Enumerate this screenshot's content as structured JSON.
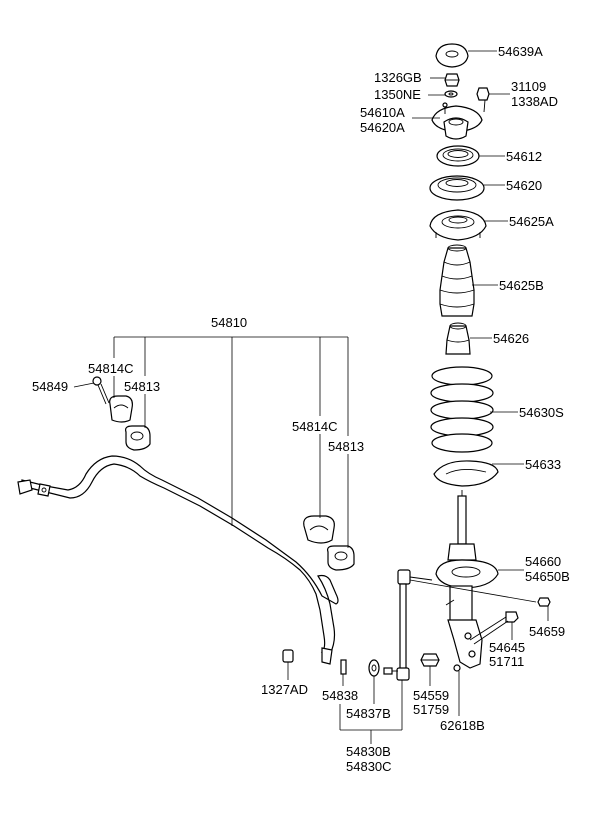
{
  "labels": {
    "l54639A": "54639A",
    "l1326GB": "1326GB",
    "l1350NE": "1350NE",
    "l31109": "31109",
    "l1338AD": "1338AD",
    "l54610A": "54610A",
    "l54620A": "54620A",
    "l54612": "54612",
    "l54620": "54620",
    "l54625A": "54625A",
    "l54625B": "54625B",
    "l54626": "54626",
    "l54630S": "54630S",
    "l54633": "54633",
    "l54660": "54660",
    "l54650B": "54650B",
    "l54659": "54659",
    "l54645": "54645",
    "l51711": "51711",
    "l54559": "54559",
    "l51759": "51759",
    "l62618B": "62618B",
    "l54810": "54810",
    "l54814C_a": "54814C",
    "l54813_a": "54813",
    "l54849": "54849",
    "l54814C_b": "54814C",
    "l54813_b": "54813",
    "l1327AD": "1327AD",
    "l54838": "54838",
    "l54837B": "54837B",
    "l54830B": "54830B",
    "l54830C": "54830C"
  }
}
